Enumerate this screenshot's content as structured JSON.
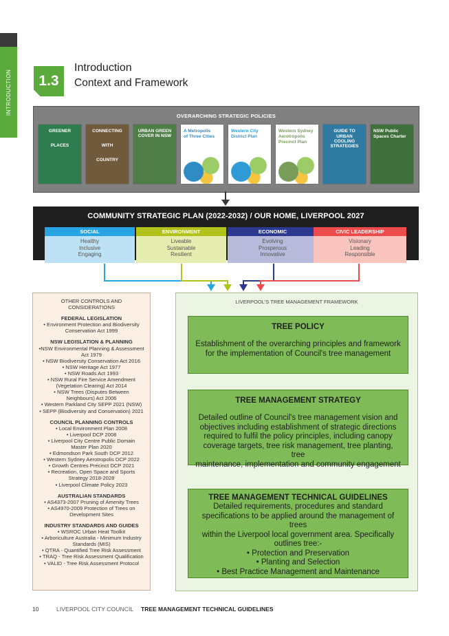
{
  "side_tab": {
    "label": "INTRODUCTION"
  },
  "section": {
    "number": "1.3",
    "title": "Introduction",
    "subtitle": "Context and Framework"
  },
  "policies": {
    "title": "OVERARCHING STRATEGIC POLICIES",
    "covers": [
      {
        "line1": "GREENER",
        "line2": "PLACES",
        "color": "#2f7d4f"
      },
      {
        "line1": "CONNECTING",
        "line2": "WITH",
        "line3": "COUNTRY",
        "color": "#6f5a3c"
      },
      {
        "line1": "URBAN GREEN COVER IN NSW",
        "color": "#4f7d46"
      },
      {
        "line1": "A Metropolis",
        "line2": "of Three Cities",
        "color": "#2e8bc4"
      },
      {
        "line1": "Western City",
        "line2": "District Plan",
        "color": "#2e9bd6"
      },
      {
        "line1": "Western Sydney",
        "line2": "Aerotropolis",
        "line3": "Precinct Plan",
        "color": "#7a9d5a"
      },
      {
        "line1": "GUIDE TO",
        "line2": "URBAN COOLING",
        "line3": "STRATEGIES",
        "color": "#2f7aa0"
      },
      {
        "line1": "NSW Public",
        "line2": "Spaces Charter",
        "color": "#3f6f3a"
      }
    ]
  },
  "csp": {
    "title": "COMMUNITY  STRATEGIC PLAN (2022-2032) / OUR HOME, LIVERPOOL 2027",
    "pillars": [
      {
        "name": "SOCIAL",
        "head_color": "#29a4e2",
        "body_color": "#bde2f5",
        "items": [
          "Healthy",
          "Inclusive",
          "Engaging"
        ]
      },
      {
        "name": "ENVIRONMENT",
        "head_color": "#b3c21a",
        "body_color": "#e5edb0",
        "items": [
          "Liveable",
          "Sustainable",
          "Resilient"
        ]
      },
      {
        "name": "ECONOMIC",
        "head_color": "#2b3990",
        "body_color": "#b7badb",
        "items": [
          "Evolving",
          "Prosperous",
          "Innovative"
        ]
      },
      {
        "name": "CIVIC LEADERSHIP",
        "head_color": "#ee4c4c",
        "body_color": "#f9c4bd",
        "items": [
          "Visionary",
          "Leading",
          "Responsible"
        ]
      }
    ]
  },
  "other_controls": {
    "title_line1": "OTHER CONTROLS AND",
    "title_line2": "CONSIDERATIONS",
    "groups": [
      {
        "heading": "FEDERAL  LEGISLATION",
        "items": [
          "• Environment Protection and Biodiversity",
          "Conservation Act 1999"
        ]
      },
      {
        "heading": "NSW LEGISLATION & PLANNING",
        "items": [
          "•NSW Environmental Planning & Assessment",
          "Act 1979",
          "• NSW Biodiversity Conservation Act 2016",
          "• NSW Heritage Act 1977",
          "• NSW Roads Act 1993",
          "• NSW Rural Fire Service Amendment",
          "(Vegetation Clearing) Act 2014",
          "• NSW Trees (Disputes Between",
          "Neighbours) Act 2006",
          "• Western Parkland City SEPP 2021 (NSW)",
          "• SEPP (Biodiversity and Conservation) 2021"
        ]
      },
      {
        "heading": "COUNCIL PLANNING CONTROLS",
        "items": [
          "• Local Environment Plan 2008",
          "• Liverpool DCP 2008",
          "• Liverpool City Centre Public Domain",
          "Master Plan 2020",
          "• Edmondson Park South DCP 2012",
          "• Western Sydney Aerotropolis DCP 2022",
          "• Growth Centres Precinct DCP 2021",
          "• Recreation, Open Space and Sports",
          "Strategy 2018-2028",
          "• Liverpool Climate Policy 2023"
        ]
      },
      {
        "heading": "AUSTRALIAN STANDARDS",
        "items": [
          "• AS4373-2007 Pruning of Amenity Trees",
          "• AS4970-2009 Protection of Trees on",
          "Development Sites"
        ]
      },
      {
        "heading": "INDUSTRY STANDARDS AND GUIDES",
        "items": [
          "• WSROC Urban Heat Toolkit",
          "• Arboriculture Australia - Minimum Industry",
          "Standards (MIS)",
          "• QTRA - Quantified Tree Risk Assessment",
          "• TRAQ - Tree Risk Assessment Qualification",
          "• VALID - Tree Risk Assessment Protocol"
        ]
      }
    ]
  },
  "framework": {
    "title": "LIVERPOOL'S TREE MANAGEMENT FRAMEWORK",
    "policy": {
      "title": "TREE POLICY",
      "lines": [
        "Establishment of the overarching principles and framework",
        "for the implementation of Council's tree management"
      ]
    },
    "strategy": {
      "title": "TREE MANAGEMENT STRATEGY",
      "lines": [
        "Detailed outline of Council's tree management vision and",
        "objectives including establishment of strategic directions",
        "required to fulfil the policy principles, including canopy",
        "coverage targets, tree risk management, tree planting, tree",
        "maintenance, implementation and community engagement"
      ]
    },
    "guidelines": {
      "title": "TREE MANAGEMENT TECHNICAL GUIDELINES",
      "lines": [
        "Detailed requirements, procedures and standard",
        "specifications to be applied around the management of trees",
        "within the Liverpool local government area. Specifically",
        "outlines tree:-",
        "• Protection and Preservation",
        "• Planting and Selection",
        "• Best Practice Management and Maintenance"
      ]
    }
  },
  "footer": {
    "page": "10",
    "org": "LIVERPOOL CITY COUNCIL",
    "doc": "TREE MANAGEMENT TECHNICAL GUIDELINES"
  }
}
